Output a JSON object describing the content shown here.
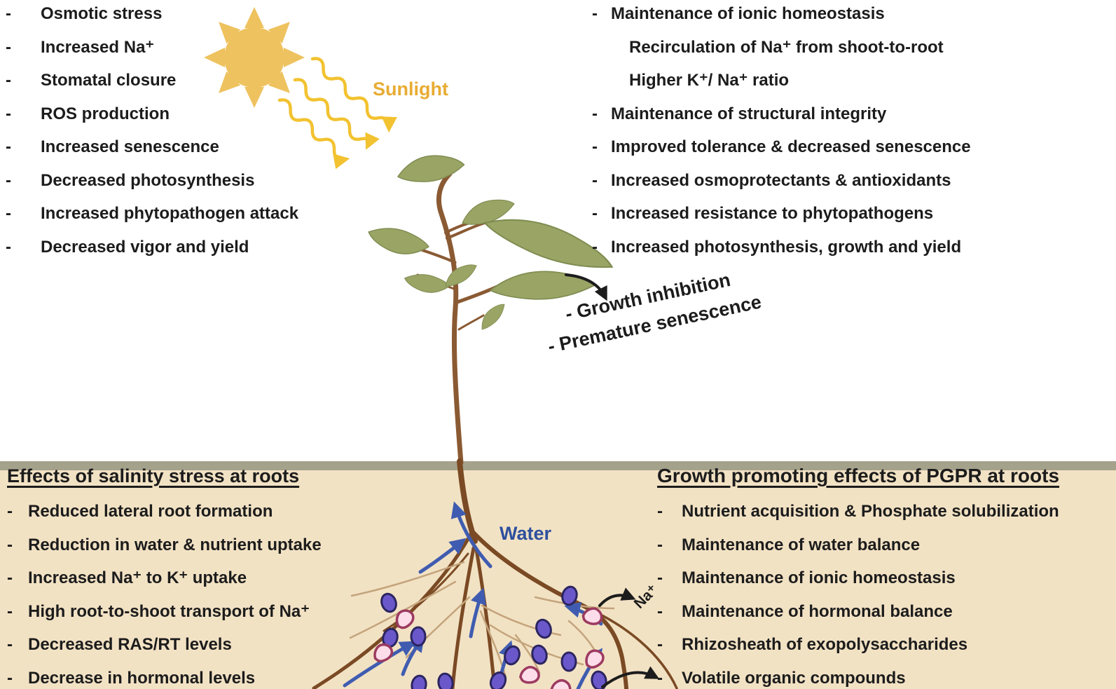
{
  "bullet": "-",
  "colors": {
    "ink": "#1c1c1c",
    "soil": "#f2e2c4",
    "soil-line": "#a5a28c",
    "sun": "#eec25e",
    "beam": "#f2c230",
    "sunlight-text": "#e8ac33",
    "water-text": "#2d4f9e",
    "water-arrow": "#3f5cb0",
    "leaf": "#99a465",
    "leaf-dark": "#7e8c50",
    "stem": "#8a5a33",
    "root": "#7a4a24",
    "rootlet": "#c4a47c",
    "purple-fill": "#6a58cb",
    "purple-stroke": "#2b2560",
    "pink-fill": "#fcdde9",
    "pink-stroke": "#9c3a60"
  },
  "shoot_stress": {
    "items": [
      "Osmotic stress",
      "Increased Na⁺",
      "Stomatal closure",
      "ROS production",
      "Increased senescence",
      "Decreased photosynthesis",
      "Increased phytopathogen attack",
      "Decreased vigor and yield"
    ]
  },
  "shoot_pgpr": {
    "items": [
      {
        "label": "Maintenance of ionic homeostasis"
      },
      {
        "label": "Recirculation of Na⁺ from shoot-to-root"
      },
      {
        "label": "Higher K⁺/ Na⁺ ratio"
      },
      {
        "label": "Maintenance of structural integrity"
      },
      {
        "label": "Improved tolerance & decreased senescence"
      },
      {
        "label": "Increased osmoprotectants & antioxidants"
      },
      {
        "label": "Increased resistance to phytopathogens"
      },
      {
        "label": "Increased photosynthesis, growth and yield"
      }
    ]
  },
  "sun": {
    "label": "Sunlight"
  },
  "annotation": {
    "line1": "- Growth inhibition",
    "line2": "- Premature senescence"
  },
  "water": {
    "label": "Water"
  },
  "sodium": {
    "label": "Na⁺"
  },
  "root_stress": {
    "heading": "Effects of salinity stress at roots",
    "items": [
      "Reduced lateral root formation",
      "Reduction in water & nutrient uptake",
      "Increased Na⁺ to K⁺ uptake",
      "High root-to-shoot transport of Na⁺",
      "Decreased RAS/RT levels",
      "Decrease in hormonal levels"
    ]
  },
  "root_pgpr": {
    "heading": "Growth promoting effects of PGPR at roots",
    "items": [
      "Nutrient acquisition & Phosphate solubilization",
      "Maintenance of water balance",
      "Maintenance of ionic homeostasis",
      "Maintenance of hormonal balance",
      "Rhizosheath of exopolysaccharides",
      "Volatile organic compounds"
    ]
  }
}
